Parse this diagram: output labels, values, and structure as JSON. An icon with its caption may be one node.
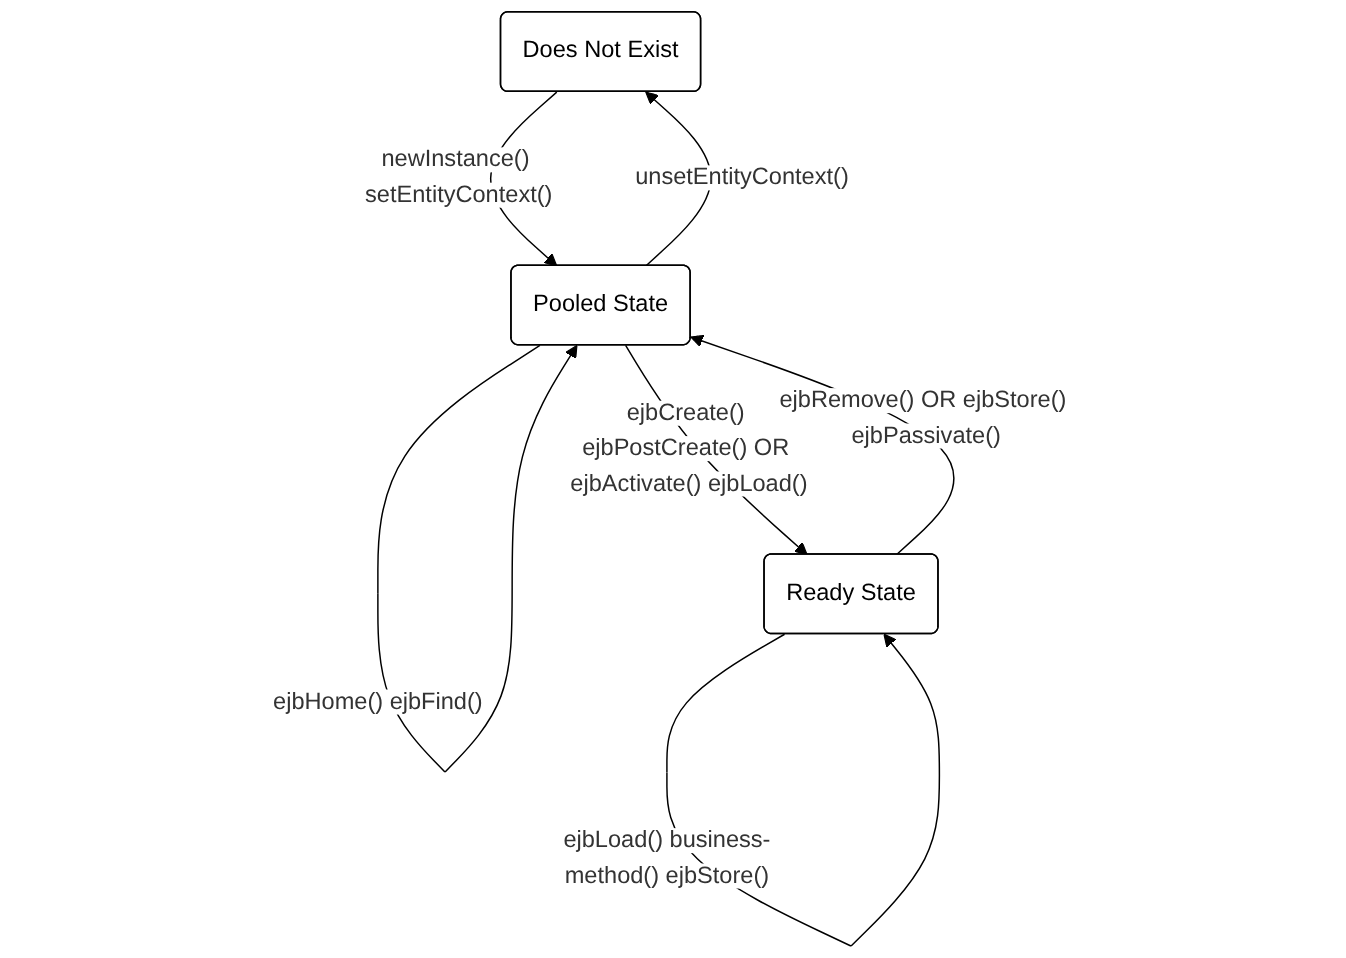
{
  "diagram": {
    "nodes": [
      {
        "text": [
          "Does Not Exist"
        ]
      },
      {
        "text": [
          "Pooled State"
        ]
      },
      {
        "text": [
          "Ready State"
        ]
      }
    ],
    "edges": [
      {
        "from": 1,
        "to": 0,
        "arrow": "to",
        "label": "unsetEntityContext()"
      },
      {
        "from": 0,
        "to": 1,
        "arrow": "to",
        "label": "newInstance() setEntityContext()"
      },
      {
        "from": 2,
        "to": 1,
        "arrow": "to",
        "label": "ejbRemove() OR ejbStore() ejbPassivate()"
      },
      {
        "from": 1,
        "to": 2,
        "arrow": "to",
        "label": "ejbCreate() ejbPostCreate() OR ejbActivate() ejbLoad()"
      },
      {
        "from": 1,
        "to": 1,
        "arrow": "to",
        "label": "ejbHome() ejbFind()"
      },
      {
        "from": 2,
        "to": 2,
        "arrow": "to",
        "label": "ejbLoad() business-method() ejbStore()"
      }
    ]
  }
}
